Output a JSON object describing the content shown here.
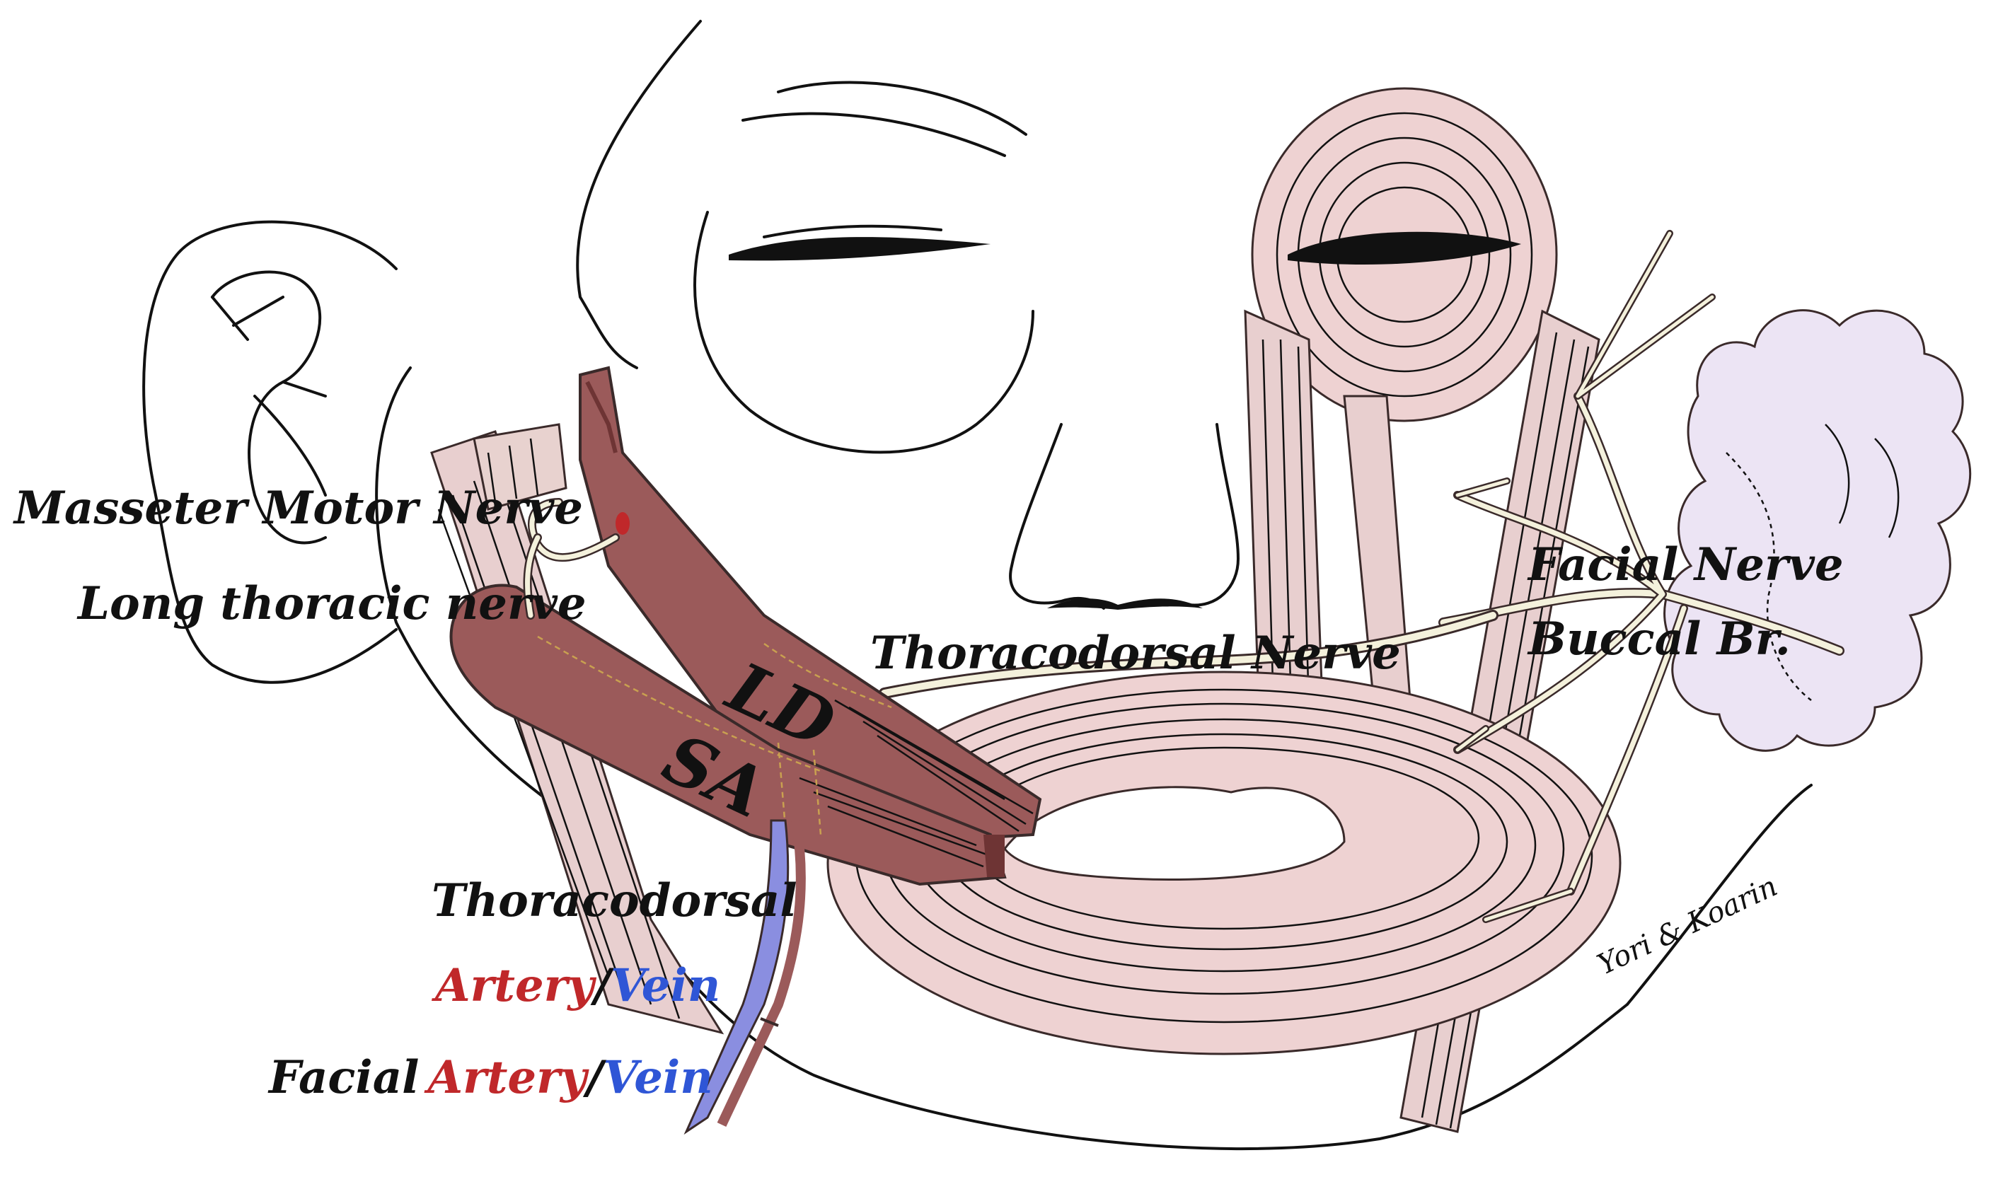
{
  "labels": {
    "masseter_motor_nerve": "Masseter Motor Nerve",
    "long_thoracic_nerve": "Long thoracic nerve",
    "thoracodorsal_nerve": "Thoracodorsal Nerve",
    "facial_nerve": "Facial Nerve",
    "buccal_br": "Buccal Br.",
    "ld": "LD",
    "sa": "SA",
    "thoracodorsal": "Thoracodorsal",
    "artery": "Artery",
    "slash": "/",
    "vein": "Vein",
    "facial": "Facial",
    "signature": "Yori & Koarin"
  },
  "colors": {
    "muscle_fill": "#e8cfcf",
    "muscle_stroke": "#3a2a2a",
    "flap_fill": "#9b5a5a",
    "flap_dark": "#6e3434",
    "nerve": "#f4f1dc",
    "gland": "#ece4f4",
    "artery_text": "#c0282a",
    "vein_text": "#2f56d6",
    "vein_fill": "#8a8ee0"
  }
}
